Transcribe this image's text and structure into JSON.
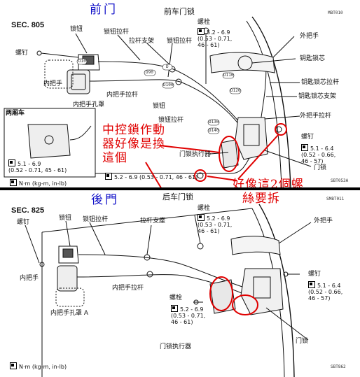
{
  "top": {
    "page_title": "前门",
    "diagram_title": "前车门锁",
    "section": "SEC. 805",
    "ref_code": "SBT053A",
    "corner_code": "MBT010",
    "labels": {
      "lock_knob": "锁钮",
      "lock_knob_rod": "锁钮拉杆",
      "rod_holder": "拉杆支架",
      "bolt": "螺栓",
      "screw": "螺钉",
      "outside_handle": "外把手",
      "key_cylinder": "钥匙锁芯",
      "key_cylinder_rod": "钥匙锁芯拉杆",
      "key_cylinder_bracket": "钥匙锁芯支架",
      "outside_handle_rod": "外把手拉杆",
      "inside_handle": "内把手",
      "inside_handle_rod": "内把手拉杆",
      "inside_handle_escutcheon": "内把手孔罩",
      "two_door": "两厢车",
      "door_lock_actuator": "门锁执行器",
      "door_lock": "门锁",
      "screw_right": "螺钉"
    },
    "torques": {
      "bolt_top": [
        "5.2 - 6.9",
        "(0.53 - 0.71,",
        "46 - 61)"
      ],
      "inset": [
        "5.1 - 6.9",
        "(0.52 - 0.71, 45 - 61)"
      ],
      "bottom": "5.2 - 6.9 (0.53 - 0.71, 46 - 61)",
      "right": [
        "5.1 - 6.4",
        "(0.52 - 0.66,",
        "46 - 57)"
      ]
    },
    "codes": [
      "D10",
      "D",
      "D90",
      "D100",
      "D110",
      "D120",
      "D130",
      "D140"
    ],
    "units": "N·m (kg-m, in-lb)",
    "annotations": {
      "actuator_note": [
        "中控鎖作動",
        "器好像是換",
        "這個"
      ],
      "screws_note": [
        "好像這2個螺",
        "絲要拆"
      ]
    }
  },
  "bottom": {
    "page_title": "後門",
    "diagram_title": "后车门锁",
    "section": "SEC. 825",
    "ref_code": "SBT862",
    "corner_code": "SMBT011",
    "labels": {
      "lock_knob": "锁钮",
      "lock_knob_rod": "锁钮拉杆",
      "rod_holder": "拉杆支座",
      "bolt": "螺栓",
      "screw": "螺钉",
      "outside_handle": "外把手",
      "inside_handle": "内把手",
      "inside_handle_rod": "内把手拉杆",
      "inside_handle_escutcheon": "内把手孔罩 A",
      "bolt_mid": "螺栓",
      "door_lock_actuator": "门锁执行器",
      "door_lock": "门锁",
      "screw_right": "螺钉"
    },
    "torques": {
      "bolt_top": [
        "5.2 - 6.9",
        "(0.53 - 0.71,",
        "46 - 61)"
      ],
      "bolt_mid": [
        "5.2 - 6.9",
        "(0.53 - 0.71,",
        "46 - 61)"
      ],
      "right": [
        "5.1 - 6.4",
        "(0.52 - 0.66,",
        "46 - 57)"
      ]
    },
    "units": "N·m (kg-m, in-lb)"
  },
  "colors": {
    "title_blue": "#1010c8",
    "annotation_red": "#e00000",
    "line": "#111111"
  }
}
